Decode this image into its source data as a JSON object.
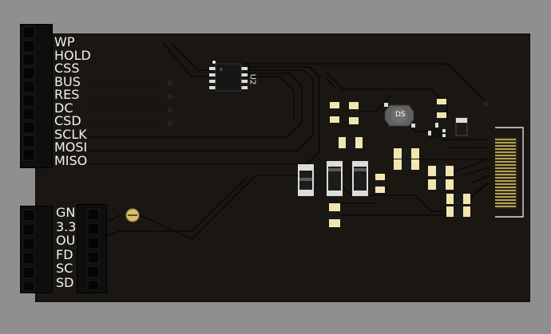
{
  "top_header_labels": [
    "WP",
    "HOLD",
    "CSS",
    "BUS",
    "RES",
    "DC",
    "CSD",
    "SCLK",
    "MOSI",
    "MISO"
  ],
  "bottom_header_labels": [
    "GND",
    "3.3",
    "OU",
    "FD",
    "SC",
    "SD"
  ],
  "chip_label": "U2",
  "buzzer_label": "DS",
  "colors": {
    "background": "#8f8f8f",
    "board": "#1a1712",
    "pad": "#f2e6b0",
    "silkscreen": "#f2f2f2"
  }
}
